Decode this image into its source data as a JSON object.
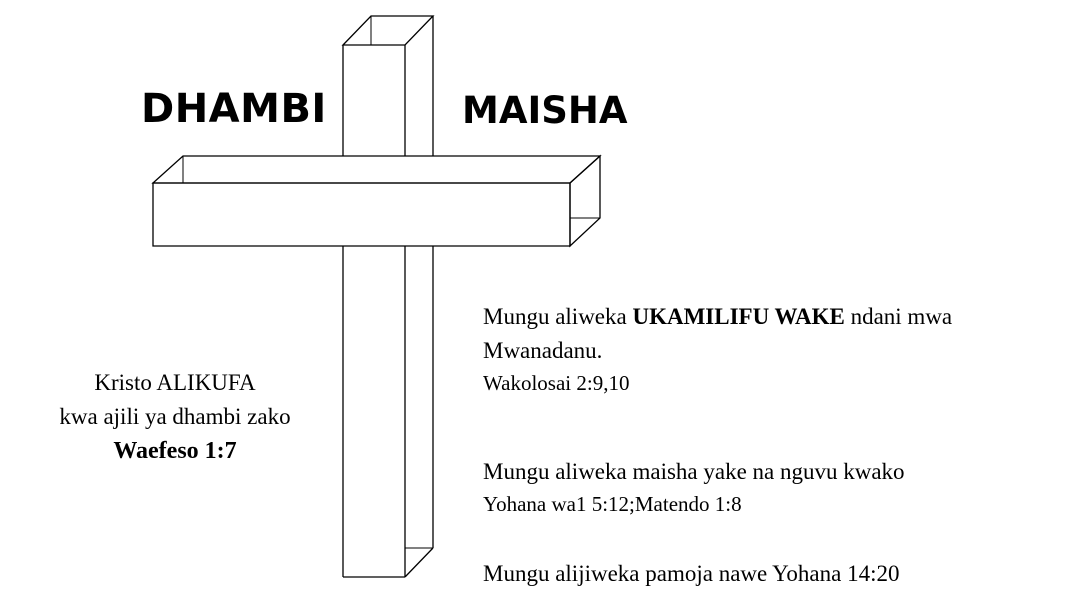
{
  "headings": {
    "left": "DHAMBI",
    "right": "MAISHA"
  },
  "left_panel": {
    "line1": "Kristo ALIKUFA",
    "line2": "kwa ajili ya dhambi zako",
    "reference": "Waefeso  1:7"
  },
  "right_panel": {
    "block1": {
      "prefix": "Mungu aliweka ",
      "emphasis": "UKAMILIFU WAKE",
      "suffix": " ndani mwa",
      "line2": "Mwanadanu.",
      "reference": "Wakolosai 2:9,10"
    },
    "block2": {
      "line1": "Mungu aliweka maisha yake na nguvu kwako",
      "reference": "Yohana wa1 5:12;Matendo 1:8"
    },
    "block3": {
      "line1": "Mungu alijiweka pamoja nawe Yohana 14:20"
    }
  },
  "colors": {
    "ink": "#000000",
    "background": "#ffffff"
  }
}
